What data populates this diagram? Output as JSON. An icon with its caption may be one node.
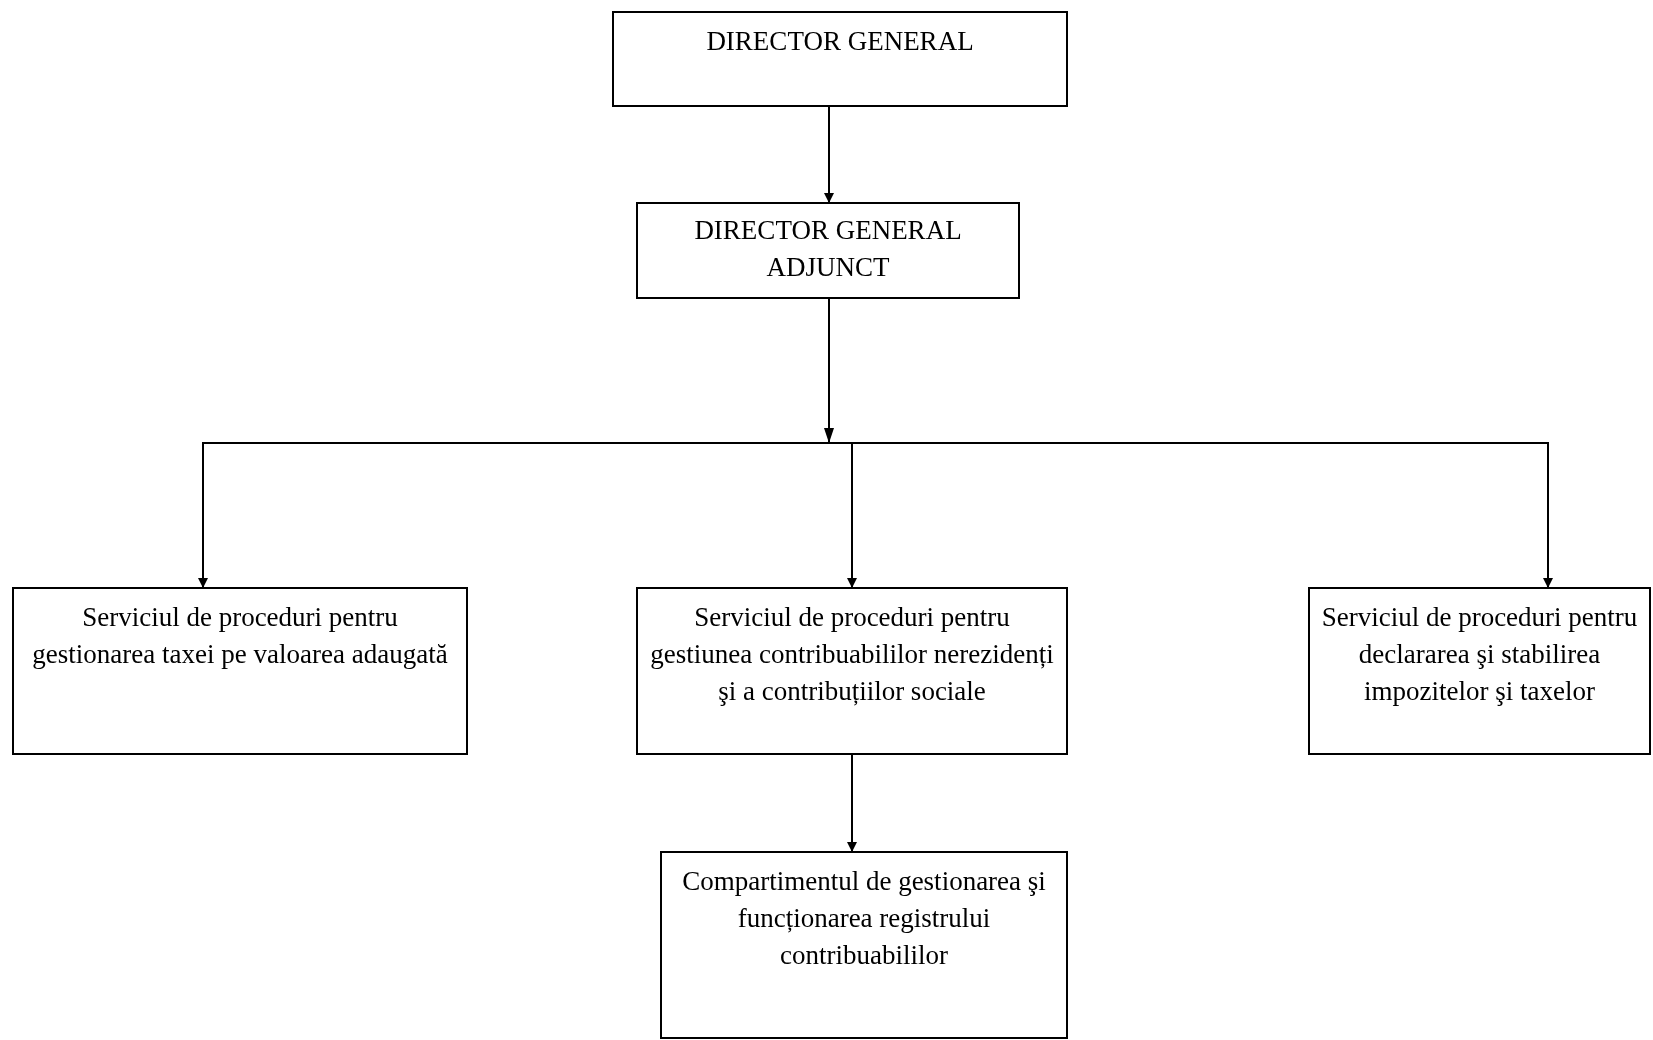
{
  "diagram": {
    "nodes": [
      {
        "text": [
          "DIRECTOR GENERAL"
        ]
      },
      {
        "text": [
          "DIRECTOR GENERAL ADJUNCT"
        ]
      },
      {
        "text": [
          "Serviciul de proceduri pentru gestionarea taxei pe valoarea adaugată"
        ]
      },
      {
        "text": [
          "Serviciul de proceduri pentru gestiunea contribuabililor nerezidenți şi a contribuțiilor sociale"
        ]
      },
      {
        "text": [
          "Serviciul de proceduri pentru declararea şi stabilirea impozitelor şi taxelor"
        ]
      },
      {
        "text": [
          "Compartimentul de gestionarea şi funcționarea registrului contribuabililor"
        ]
      }
    ],
    "edges": [
      {
        "from": 0,
        "to": 1,
        "arrow": "to"
      },
      {
        "from": 1,
        "to": 2,
        "arrow": "to"
      },
      {
        "from": 1,
        "to": 3,
        "arrow": "to"
      },
      {
        "from": 1,
        "to": 4,
        "arrow": "to"
      },
      {
        "from": 3,
        "to": 5,
        "arrow": "to"
      }
    ]
  }
}
